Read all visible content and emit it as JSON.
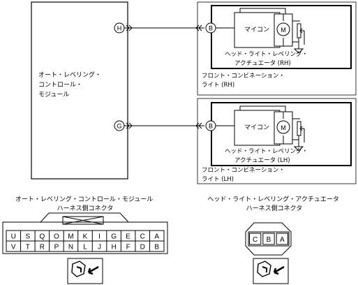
{
  "control_module": {
    "label_lines": [
      "オート・レベリング・",
      "コントロール・",
      "モジュール"
    ],
    "connectors": [
      "H",
      "G"
    ]
  },
  "rh_lamp": {
    "connector": "B",
    "ecu_label": "マイコン",
    "motor_label": "M",
    "actuator_lines": [
      "ヘッド・ライト・レベリング・",
      "アクチュエータ (RH)"
    ],
    "assembly_lines": [
      "フロント・コンビネーション・",
      "ライト (RH)"
    ]
  },
  "lh_lamp": {
    "connector": "B",
    "ecu_label": "マイコン",
    "motor_label": "M",
    "actuator_lines": [
      "ヘッド・ライト・レベリング・",
      "アクチュエータ (LH)"
    ],
    "assembly_lines": [
      "フロント・コンビネーション・",
      "ライト (LH)"
    ]
  },
  "module_connector": {
    "caption_lines": [
      "オート・レベリング・コントロール・モジュール",
      "ハーネス側コネクタ"
    ],
    "top_row": [
      "U",
      "S",
      "Q",
      "O",
      "M",
      "K",
      "I",
      "G",
      "E",
      "C",
      "A"
    ],
    "bottom_row": [
      "V",
      "T",
      "R",
      "P",
      "N",
      "L",
      "J",
      "H",
      "F",
      "D",
      "B"
    ],
    "view_icon": "harness-connector-view-icon"
  },
  "actuator_connector": {
    "caption_lines": [
      "ヘッド・ライト・レベリング・アクチュエータ",
      "ハーネス側コネクタ"
    ],
    "pins": [
      "C",
      "B",
      "A"
    ],
    "view_icon": "harness-connector-view-icon"
  }
}
